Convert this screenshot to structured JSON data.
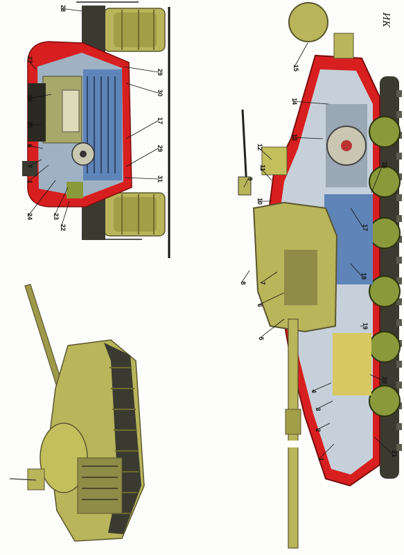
{
  "artist_signature": "ИК",
  "colors": {
    "hull_red": "#d81f1f",
    "olive": "#b9b55a",
    "olive_dark": "#7f7a33",
    "wheel_green": "#8a9a3a",
    "steel_blue": "#5f84b8",
    "steel_light": "#b8c8d8",
    "track_dark": "#3a3a30",
    "ink": "#111111"
  },
  "views": {
    "rear_section": {
      "callouts": [
        "22",
        "23",
        "24",
        "1",
        "7",
        "6",
        "25",
        "26",
        "27",
        "28",
        "29",
        "30",
        "17",
        "29",
        "31"
      ]
    },
    "side_cutaway": {
      "callouts": [
        "1",
        "2",
        "3",
        "4",
        "5",
        "6",
        "7",
        "8",
        "9",
        "10",
        "11",
        "12",
        "13",
        "14",
        "15",
        "16",
        "17",
        "18",
        "19",
        "20",
        "21"
      ]
    },
    "exterior_view": {}
  }
}
